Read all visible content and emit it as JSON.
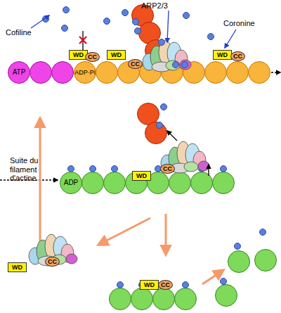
{
  "diagram": {
    "nodes": [
      {
        "text": [
          "ATP"
        ]
      },
      {
        "text": [
          "WD"
        ]
      },
      {
        "text": [
          "CC"
        ]
      },
      {
        "text": [
          "ADP·Pi"
        ]
      },
      {
        "text": [
          "WD"
        ]
      },
      {
        "text": [
          "CC"
        ]
      },
      {
        "text": [
          "WD"
        ]
      },
      {
        "text": [
          "CC"
        ]
      },
      {
        "text": [
          "WD"
        ]
      },
      {
        "text": [
          "CC"
        ]
      },
      {
        "text": [
          "ADP"
        ]
      },
      {
        "text": [
          "WD"
        ]
      },
      {
        "text": [
          "CC"
        ]
      },
      {
        "text": [
          "WD"
        ]
      },
      {
        "text": [
          "CC"
        ]
      }
    ],
    "labels": [
      "Cofiline",
      "ARP2/3",
      "Coronine",
      "Suite du filament d'actine"
    ]
  }
}
